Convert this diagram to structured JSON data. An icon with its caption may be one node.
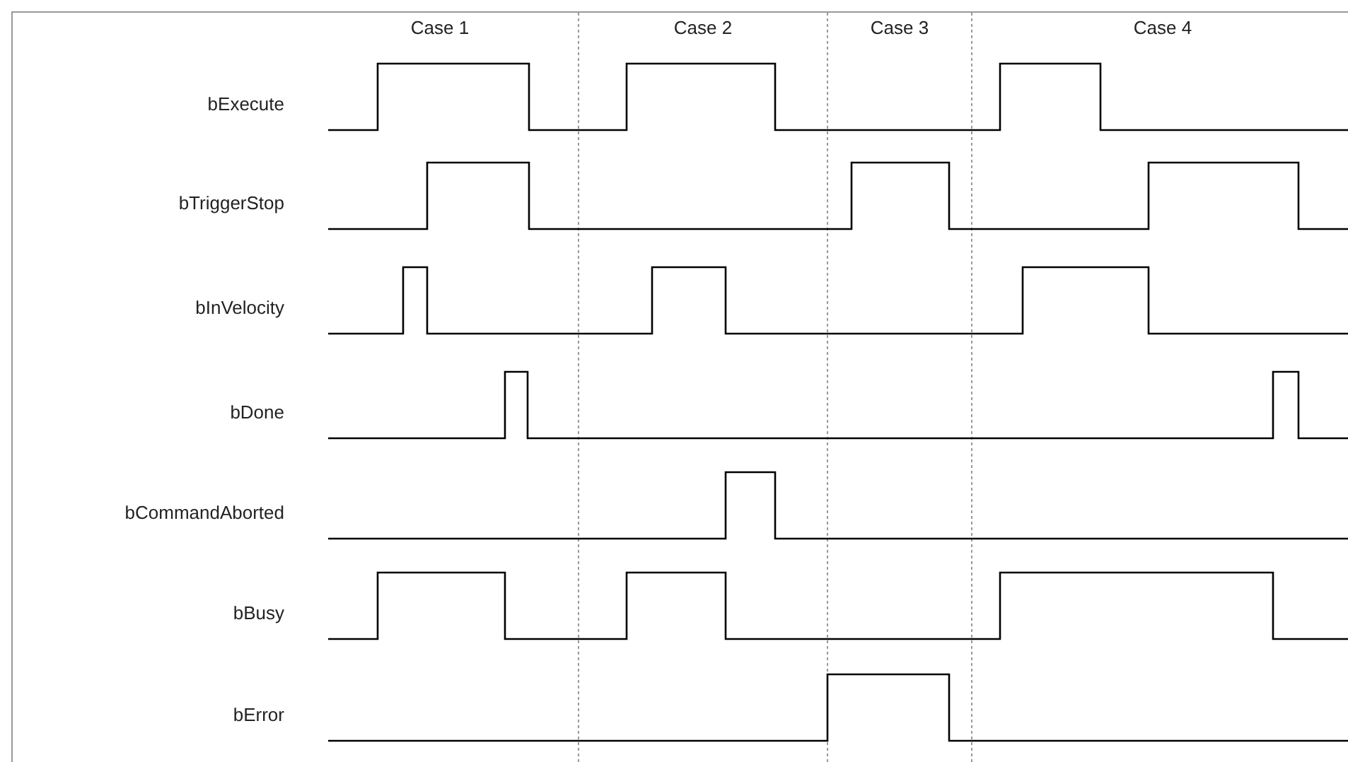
{
  "diagram": {
    "labels": [
      "Case 1",
      "Case 2",
      "Case 3",
      "Case 4",
      "bExecute",
      "bTriggerStop",
      "bInVelocity",
      "bDone",
      "bCommandAborted",
      "bBusy",
      "bError"
    ]
  }
}
